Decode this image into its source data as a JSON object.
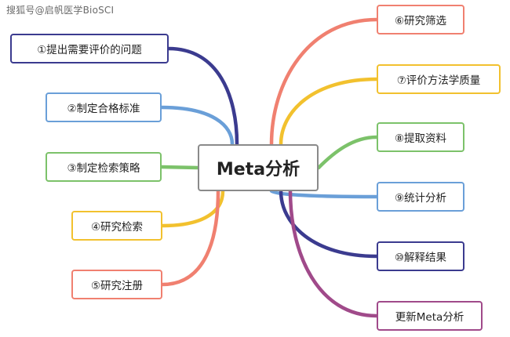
{
  "watermark": "搜狐号@启帆医学BioSCI",
  "center": {
    "label": "Meta分析"
  },
  "left_nodes": [
    {
      "label": "①提出需要评价的问题",
      "color": "#3b3b8f"
    },
    {
      "label": "②制定合格标准",
      "color": "#6a9fd8"
    },
    {
      "label": "③制定检索策略",
      "color": "#7cc26a"
    },
    {
      "label": "④研究检索",
      "color": "#f2c12e"
    },
    {
      "label": "⑤研究注册",
      "color": "#f08070"
    }
  ],
  "right_nodes": [
    {
      "label": "⑥研究筛选",
      "color": "#f08070"
    },
    {
      "label": "⑦评价方法学质量",
      "color": "#f2c12e"
    },
    {
      "label": "⑧提取资料",
      "color": "#7cc26a"
    },
    {
      "label": "⑨统计分析",
      "color": "#6a9fd8"
    },
    {
      "label": "⑩解释结果",
      "color": "#3b3b8f"
    },
    {
      "label": "更新Meta分析",
      "color": "#a04a8a"
    }
  ]
}
